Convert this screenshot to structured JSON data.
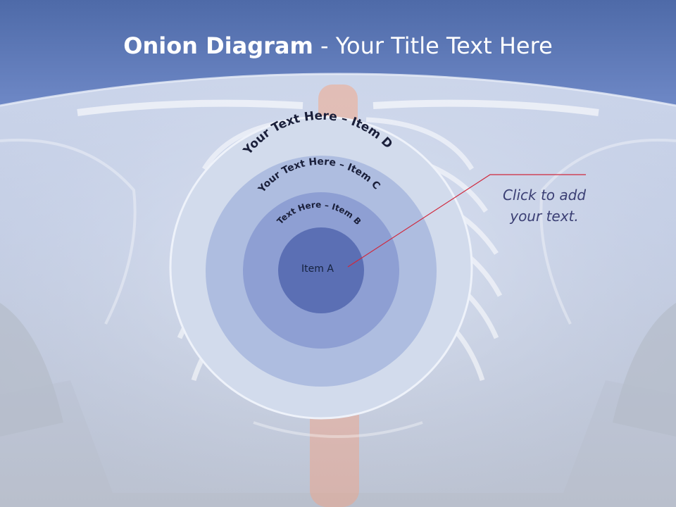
{
  "title": {
    "bold": "Onion Diagram",
    "rest": " - Your Title Text Here"
  },
  "onion": {
    "items": [
      {
        "id": "A",
        "label": "Item A",
        "color": "#5b6fb4"
      },
      {
        "id": "B",
        "label": "Text Here – Item B",
        "color": "#8e9fd3"
      },
      {
        "id": "C",
        "label": "Your Text Here – Item C",
        "color": "#aebde0"
      },
      {
        "id": "D",
        "label": "Your Text Here – Item D",
        "color": "#d2dbec"
      }
    ]
  },
  "callout": {
    "line1": "Click  to add",
    "line2": "your text.",
    "line_color": "#d0283c"
  },
  "colors": {
    "header": "#5d77b8",
    "background": "#c8d1e6"
  }
}
